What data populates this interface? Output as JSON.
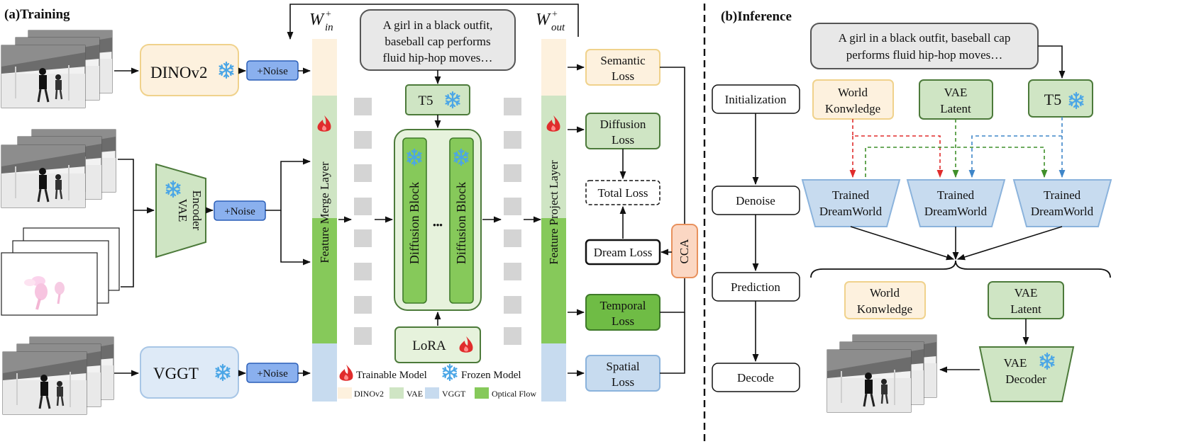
{
  "training": {
    "title": "(a)Training",
    "dinov2_label": "DINOv2",
    "noise_label": "+Noise",
    "vae_encoder_line1": "VAE",
    "vae_encoder_line2": "Encoder",
    "vggt_label": "VGGT",
    "w_in_main": "W",
    "w_in_sup": "+",
    "w_in_sub": "in",
    "w_out_main": "W",
    "w_out_sup": "+",
    "w_out_sub": "out",
    "feature_merge_label": "Feature Merge  Layer",
    "feature_project_label": "Feature Project  Layer",
    "prompt_lines": [
      "A girl in a black outfit,",
      "baseball cap performs",
      "fluid hip-hop moves…"
    ],
    "t5_label": "T5",
    "diffusion_block_label": "Diffusion Block",
    "ellipsis": "•••",
    "lora_label": "LoRA",
    "losses": {
      "semantic": [
        "Semantic",
        "Loss"
      ],
      "diffusion": [
        "Diffusion",
        "Loss"
      ],
      "total": "Total Loss",
      "dream": "Dream Loss",
      "temporal": [
        "Temporal",
        "Loss"
      ],
      "spatial": [
        "Spatial",
        "Loss"
      ]
    },
    "cca_label": "CCA",
    "legend": {
      "trainable": "Trainable Model",
      "frozen": "Frozen Model",
      "dinov2": "DINOv2",
      "vae": "VAE",
      "vggt": "VGGT",
      "optical_flow": "Optical Flow"
    }
  },
  "inference": {
    "title": "(b)Inference",
    "prompt_lines": [
      "A girl in a black outfit, baseball cap",
      "performs fluid hip-hop moves…"
    ],
    "steps": [
      "Initialization",
      "Denoise",
      "Prediction",
      "Decode"
    ],
    "world_knowledge": [
      "World",
      "Konwledge"
    ],
    "vae_latent": [
      "VAE",
      "Latent"
    ],
    "t5_label": "T5",
    "trained_model": [
      "Trained",
      "DreamWorld"
    ],
    "vae_decoder": [
      "VAE",
      "Decoder"
    ]
  },
  "colors": {
    "dinov2": "#fdf1de",
    "vae": "#cfe5c4",
    "vggt": "#c7dbef",
    "optical_flow": "#86c95a",
    "noise": "#8ab0ee",
    "trainable_red": "#e02c2c",
    "frozen_blue": "#4ba6e6"
  },
  "icons": [
    "snowflake-icon",
    "flame-icon",
    "video-frame-icon"
  ]
}
